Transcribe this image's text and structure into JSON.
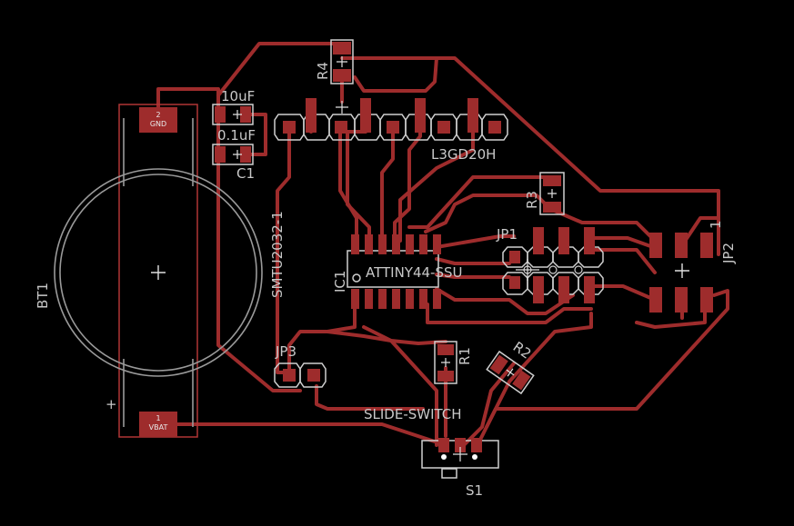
{
  "board": {
    "background_color": "#000000",
    "copper_color": "#9e2c2c",
    "silkscreen_color": "#c8c8c8"
  },
  "labels": {
    "bt1": "BT1",
    "battery_part": "SMTU2032-1",
    "battery_plus": "+",
    "pad_gnd_num": "2",
    "pad_gnd": "GND",
    "pad_vbat_num": "1",
    "pad_vbat": "VBAT",
    "c_10uf": "10uF",
    "c_01uf": "0.1uF",
    "c1": "C1",
    "r4": "R4",
    "header": "L3GD20H",
    "r3": "R3",
    "jp1": "JP1",
    "jp2": "JP2",
    "jp2_pin": "1",
    "ic1": "IC1",
    "ic_part": "ATTINY44-SSU",
    "jp3": "JP3",
    "r1": "R1",
    "r2": "R2",
    "slide_switch": "SLIDE-SWITCH",
    "s1": "S1"
  }
}
